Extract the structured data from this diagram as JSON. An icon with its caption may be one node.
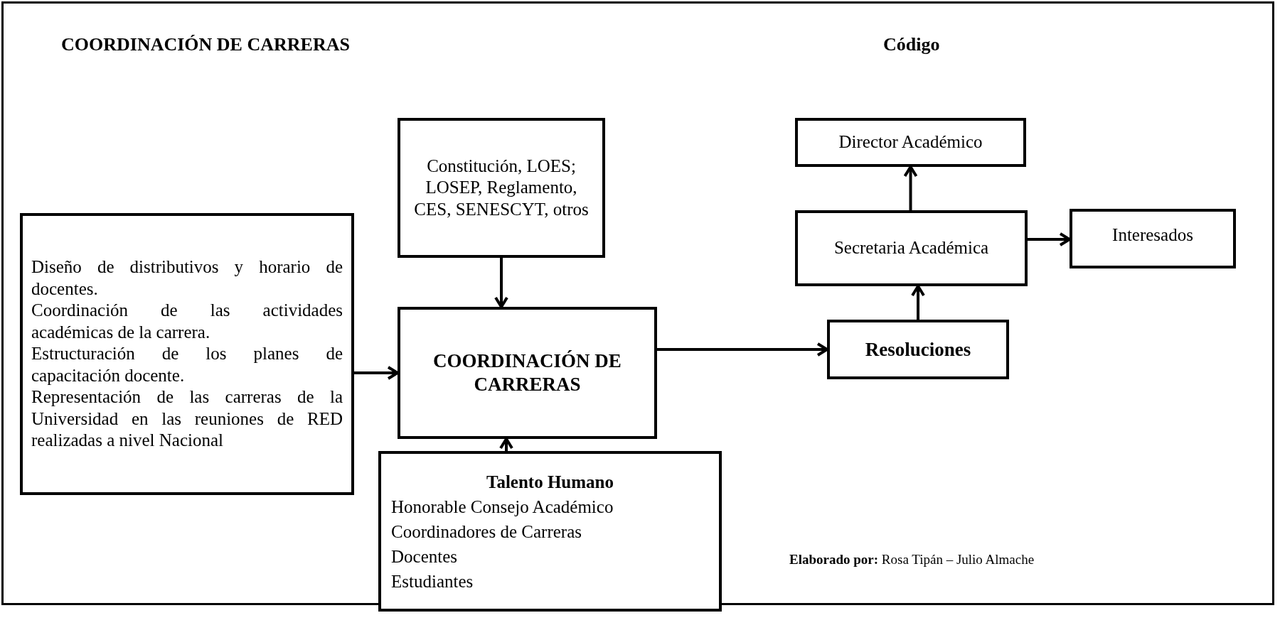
{
  "diagram": {
    "title": "COORDINACIÓN DE CARRERAS",
    "nodes": [
      {
        "text": [
          "Diseño de distributivos y horario de docentes.",
          "Coordinación de las actividades académicas de la carrera.",
          "Estructuración de los planes de capacitación docente.",
          "Representación de las carreras de la Universidad en las reuniones de RED realizadas a nivel Nacional"
        ]
      },
      {
        "text": [
          "Constitución, LOES; LOSEP, Reglamento, CES, SENESCYT, otros"
        ]
      },
      {
        "text": [
          "COORDINACIÓN DE CARRERAS"
        ]
      },
      {
        "text": [
          "Talento Humano",
          "Honorable Consejo Académico",
          "Coordinadores de Carreras",
          "Docentes",
          "Estudiantes"
        ]
      },
      {
        "text": [
          "Resoluciones"
        ]
      },
      {
        "text": [
          "Secretaria Académica"
        ]
      },
      {
        "text": [
          "Director Académico"
        ]
      },
      {
        "text": [
          "Interesados"
        ]
      }
    ],
    "edges": [
      {
        "from": 0,
        "to": 2,
        "arrow": "to"
      },
      {
        "from": 1,
        "to": 2,
        "arrow": "to"
      },
      {
        "from": 3,
        "to": 2,
        "arrow": "to"
      },
      {
        "from": 2,
        "to": 4,
        "arrow": "to"
      },
      {
        "from": 4,
        "to": 5,
        "arrow": "to"
      },
      {
        "from": 5,
        "to": 6,
        "arrow": "to"
      },
      {
        "from": 5,
        "to": 7,
        "arrow": "to"
      }
    ],
    "labels": [
      "Código",
      "**Elaborado por:** Rosa Tipán – Julio Almache"
    ]
  }
}
